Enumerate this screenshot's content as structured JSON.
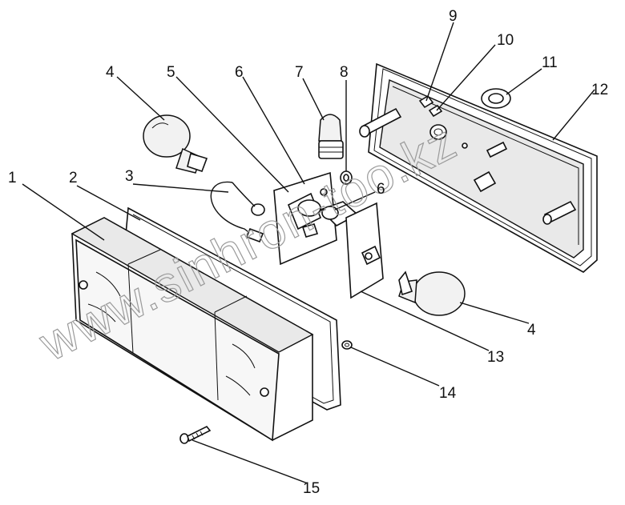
{
  "diagram": {
    "labels": [
      {
        "id": "l1",
        "text": "1"
      },
      {
        "id": "l2",
        "text": "2"
      },
      {
        "id": "l3",
        "text": "3"
      },
      {
        "id": "l4a",
        "text": "4"
      },
      {
        "id": "l4b",
        "text": "4"
      },
      {
        "id": "l5",
        "text": "5"
      },
      {
        "id": "l6a",
        "text": "6"
      },
      {
        "id": "l6b",
        "text": "6"
      },
      {
        "id": "l7",
        "text": "7"
      },
      {
        "id": "l8",
        "text": "8"
      },
      {
        "id": "l9",
        "text": "9"
      },
      {
        "id": "l10",
        "text": "10"
      },
      {
        "id": "l11",
        "text": "11"
      },
      {
        "id": "l12",
        "text": "12"
      },
      {
        "id": "l13",
        "text": "13"
      },
      {
        "id": "l14",
        "text": "14"
      },
      {
        "id": "l15",
        "text": "15"
      }
    ],
    "watermark": "www.sinhron-too.kz"
  }
}
